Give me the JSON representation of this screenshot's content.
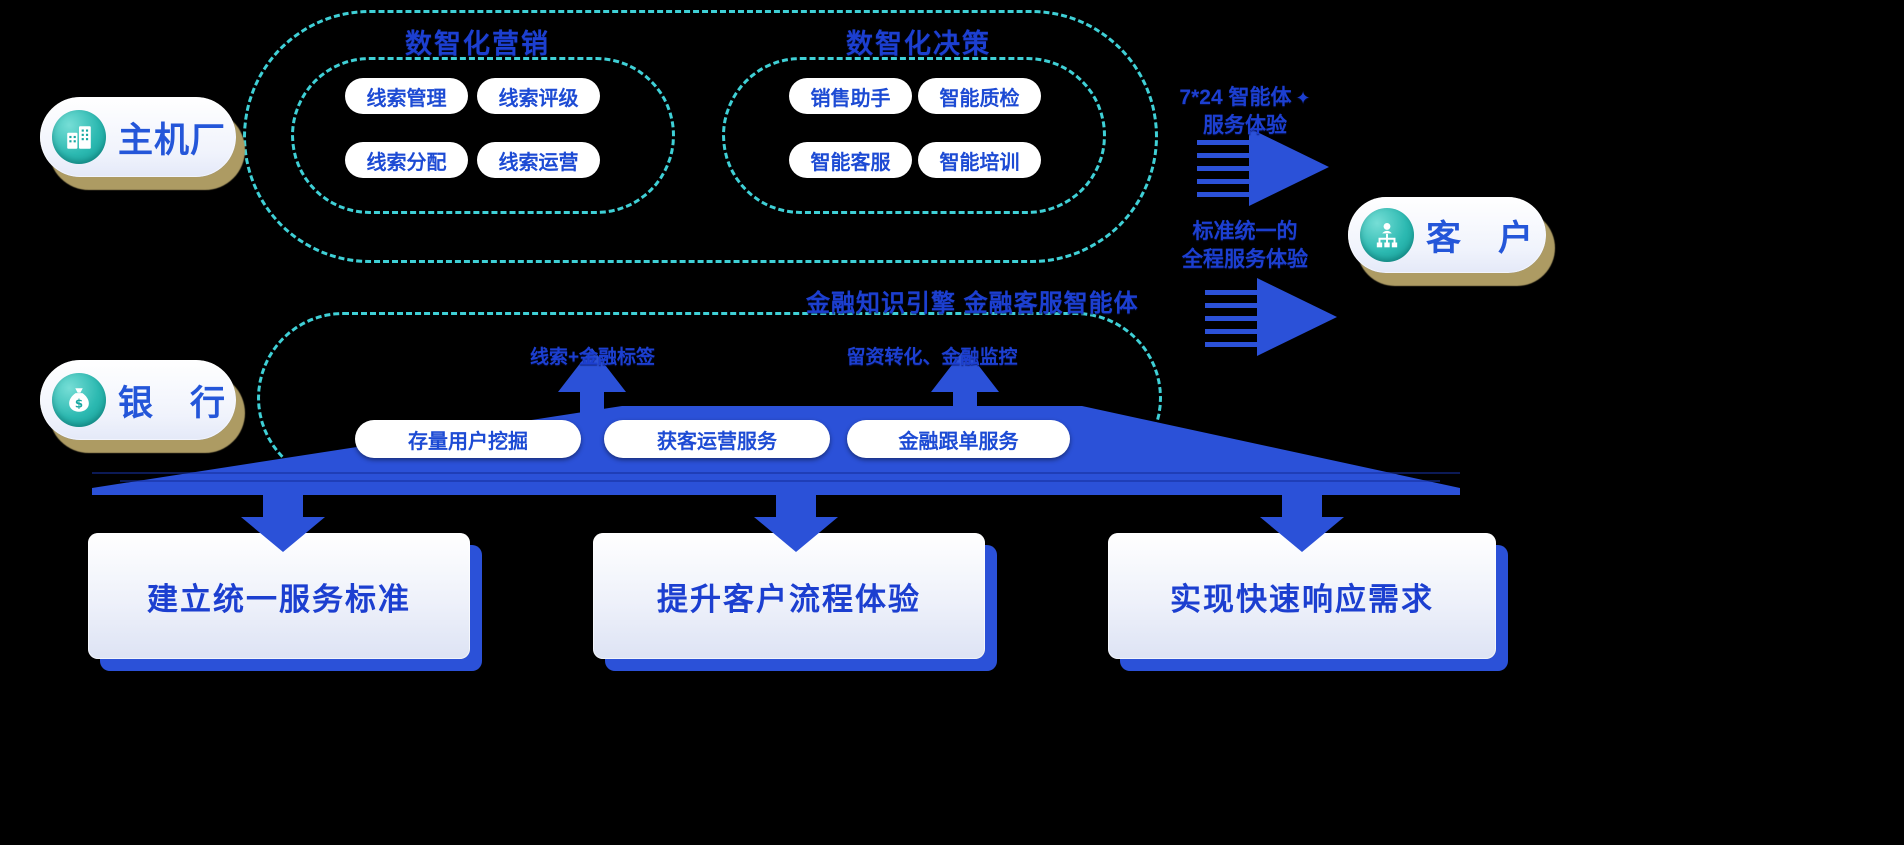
{
  "actors": {
    "oem": {
      "label": "主机厂"
    },
    "bank": {
      "label": "银　行"
    },
    "customer": {
      "label": "客　户"
    }
  },
  "marketing": {
    "title": "数智化营销",
    "pills": [
      "线索管理",
      "线索评级",
      "线索分配",
      "线索运营"
    ]
  },
  "decision": {
    "title": "数智化决策",
    "pills": [
      "销售助手",
      "智能质检",
      "智能客服",
      "智能培训"
    ]
  },
  "finance": {
    "heading": "金融知识引擎 金融客服智能体",
    "flow_up_left": "线索+金融标签",
    "flow_up_right": "留资转化、金融监控",
    "pills": [
      "存量用户挖掘",
      "获客运营服务",
      "金融跟单服务"
    ]
  },
  "customer_experience": {
    "top": {
      "line1": "7*24 智能体",
      "sparkle": "✦",
      "line2": "服务体验"
    },
    "bottom": {
      "line1": "标准统一的",
      "line2": "全程服务体验"
    }
  },
  "outcomes": {
    "cards": [
      "建立统一服务标准",
      "提升客户流程体验",
      "实现快速响应需求"
    ]
  },
  "colors": {
    "teal_dash": "#3fd0d6",
    "primary_blue_text": "#1c3fd0",
    "arrow_blue": "#2b51d8",
    "badge_shadow_tan": "#ad9b63",
    "icon_teal": "#17a8a2"
  }
}
